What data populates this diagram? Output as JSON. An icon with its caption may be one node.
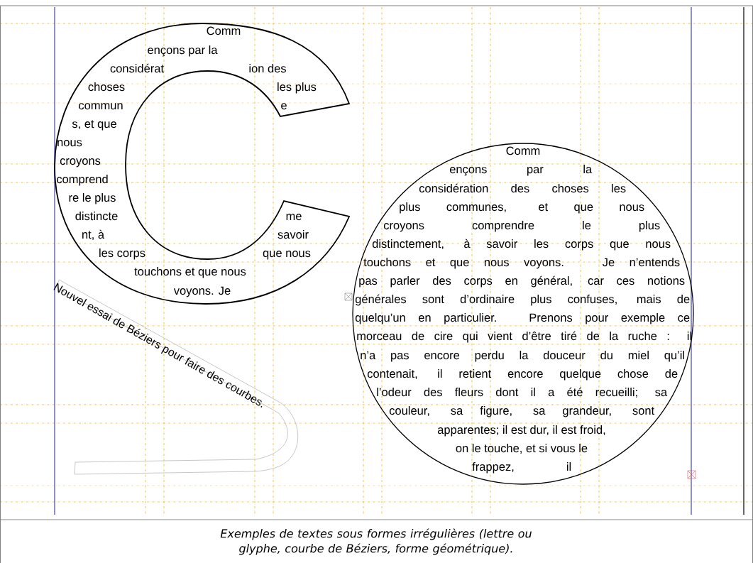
{
  "diagram": {
    "caption": "Exemples de textes sous formes irrégulières (lettre ou glyphe, courbe de Béziers, forme géométrique).",
    "nodes": [
      {
        "text": [
          "Comm",
          "ençons par la",
          "considérat",
          "ion des",
          "choses",
          "les plus",
          "commun",
          "e",
          "s, et que",
          "nous",
          "croyons",
          "comprend",
          "re le plus",
          "distincte",
          "me",
          "nt, à",
          "savoir",
          "les corps",
          "que nous",
          "touchons et que nous",
          "voyons. Je"
        ]
      },
      {
        "text": [
          "Nouvel essai de Béziers pour faire des courbes."
        ]
      },
      {
        "text": [
          "Comm",
          "ençons par la",
          "considération des choses les",
          "plus communes, et que nous",
          "croyons comprendre le plus",
          "distinctement, à savoir les corps que nous",
          "touchons et que nous voyons. Je n’entends",
          "pas parler des corps en général, car ces notions",
          "générales sont d’ordinaire plus confuses, mais de",
          "quelqu’un en particulier. Prenons pour exemple ce",
          "morceau de cire qui vient d’être tiré de la ruche : il",
          "n’a pas encore perdu la douceur du miel qu’il",
          "contenait, il retient encore quelque chose de",
          "l’odeur des fleurs dont il a été recueilli; sa",
          "couleur, sa figure, sa grandeur, sont",
          "apparentes; il est dur, il est froid,",
          "on le touche, et si vous le",
          "frappez, il"
        ]
      }
    ]
  }
}
